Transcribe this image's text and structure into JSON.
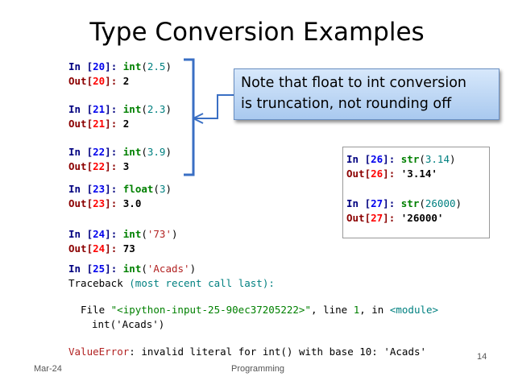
{
  "slide": {
    "title": "Type Conversion Examples",
    "note": {
      "line1": "Note that float to int conversion",
      "line2": "is truncation, not rounding off"
    },
    "footer": {
      "date": "Mar-24",
      "center": "Programming",
      "page": "14"
    }
  },
  "cells": [
    {
      "in_prompt": "In [",
      "n": "20",
      "in_close": "]:",
      "fn": "int",
      "open": "(",
      "arg": "2.5",
      "close": ")",
      "out_prompt": "Out[",
      "out_close": "]:",
      "result": "2"
    },
    {
      "in_prompt": "In [",
      "n": "21",
      "in_close": "]:",
      "fn": "int",
      "open": "(",
      "arg": "2.3",
      "close": ")",
      "out_prompt": "Out[",
      "out_close": "]:",
      "result": "2"
    },
    {
      "in_prompt": "In [",
      "n": "22",
      "in_close": "]:",
      "fn": "int",
      "open": "(",
      "arg": "3.9",
      "close": ")",
      "out_prompt": "Out[",
      "out_close": "]:",
      "result": "3"
    },
    {
      "in_prompt": "In [",
      "n": "23",
      "in_close": "]:",
      "fn": "float",
      "open": "(",
      "arg": "3",
      "close": ")",
      "out_prompt": "Out[",
      "out_close": "]:",
      "result": "3.0"
    },
    {
      "in_prompt": "In [",
      "n": "24",
      "in_close": "]:",
      "fn": "int",
      "open": "(",
      "arg": "'73'",
      "close": ")",
      "out_prompt": "Out[",
      "out_close": "]:",
      "result": "73"
    }
  ],
  "error_cell": {
    "in_prompt": "In [",
    "n": "25",
    "in_close": "]:",
    "fn": "int",
    "open": "(",
    "arg": "'Acads'",
    "close": ")",
    "traceback_label": "Traceback",
    "traceback_note": "(most recent call last):",
    "file_prefix": "File ",
    "file_path": "\"<ipython-input-25-90ec37205222>\"",
    "file_mid": ", line ",
    "file_line": "1",
    "file_in": ", in ",
    "file_module": "<module>",
    "code_line": "int('Acads')",
    "error_type": "ValueError",
    "error_msg": ": invalid literal for int() with base 10: 'Acads'"
  },
  "str_cells": [
    {
      "in_prompt": "In [",
      "n": "26",
      "in_close": "]:",
      "fn": "str",
      "open": "(",
      "arg": "3.14",
      "close": ")",
      "out_prompt": "Out[",
      "out_close": "]:",
      "result": "'3.14'"
    },
    {
      "in_prompt": "In [",
      "n": "27",
      "in_close": "]:",
      "fn": "str",
      "open": "(",
      "arg": "26000",
      "close": ")",
      "out_prompt": "Out[",
      "out_close": "]:",
      "result": "'26000'"
    }
  ],
  "colors": {
    "bracket": "#3a6fc4",
    "note_border": "#6a8fc2"
  }
}
